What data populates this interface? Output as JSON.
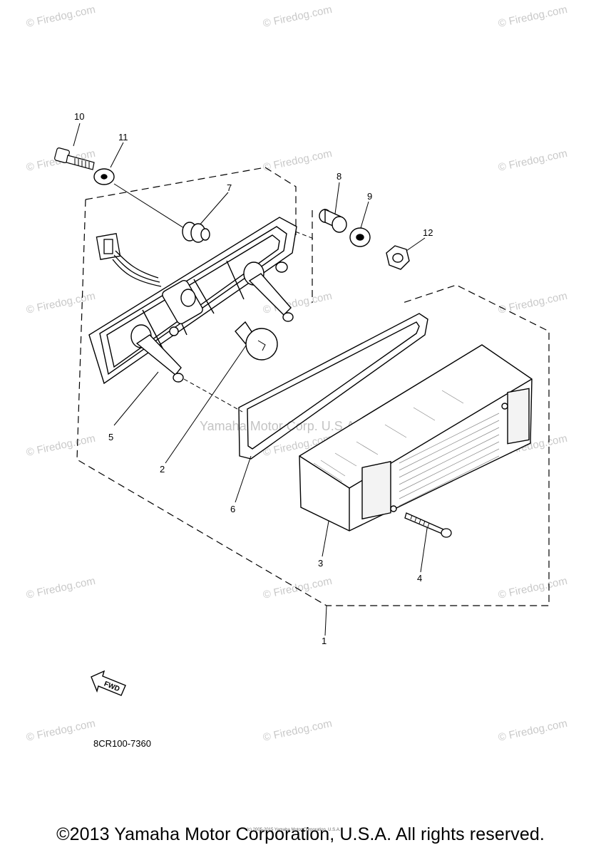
{
  "callouts": [
    "1",
    "2",
    "3",
    "4",
    "5",
    "6",
    "7",
    "8",
    "9",
    "10",
    "11",
    "12"
  ],
  "watermark": "© Firedog.com",
  "watermark_center": "Yamaha Motor Corp. U.S.A.",
  "fwd_label": "FWD",
  "diagram_code": "8CR100-7360",
  "copyright": "©2013 Yamaha Motor Corporation, U.S.A. All rights reserved.",
  "tiny_copyright": "(c) 2005-2015 Yamaha Motor Corporation, U.S.A."
}
